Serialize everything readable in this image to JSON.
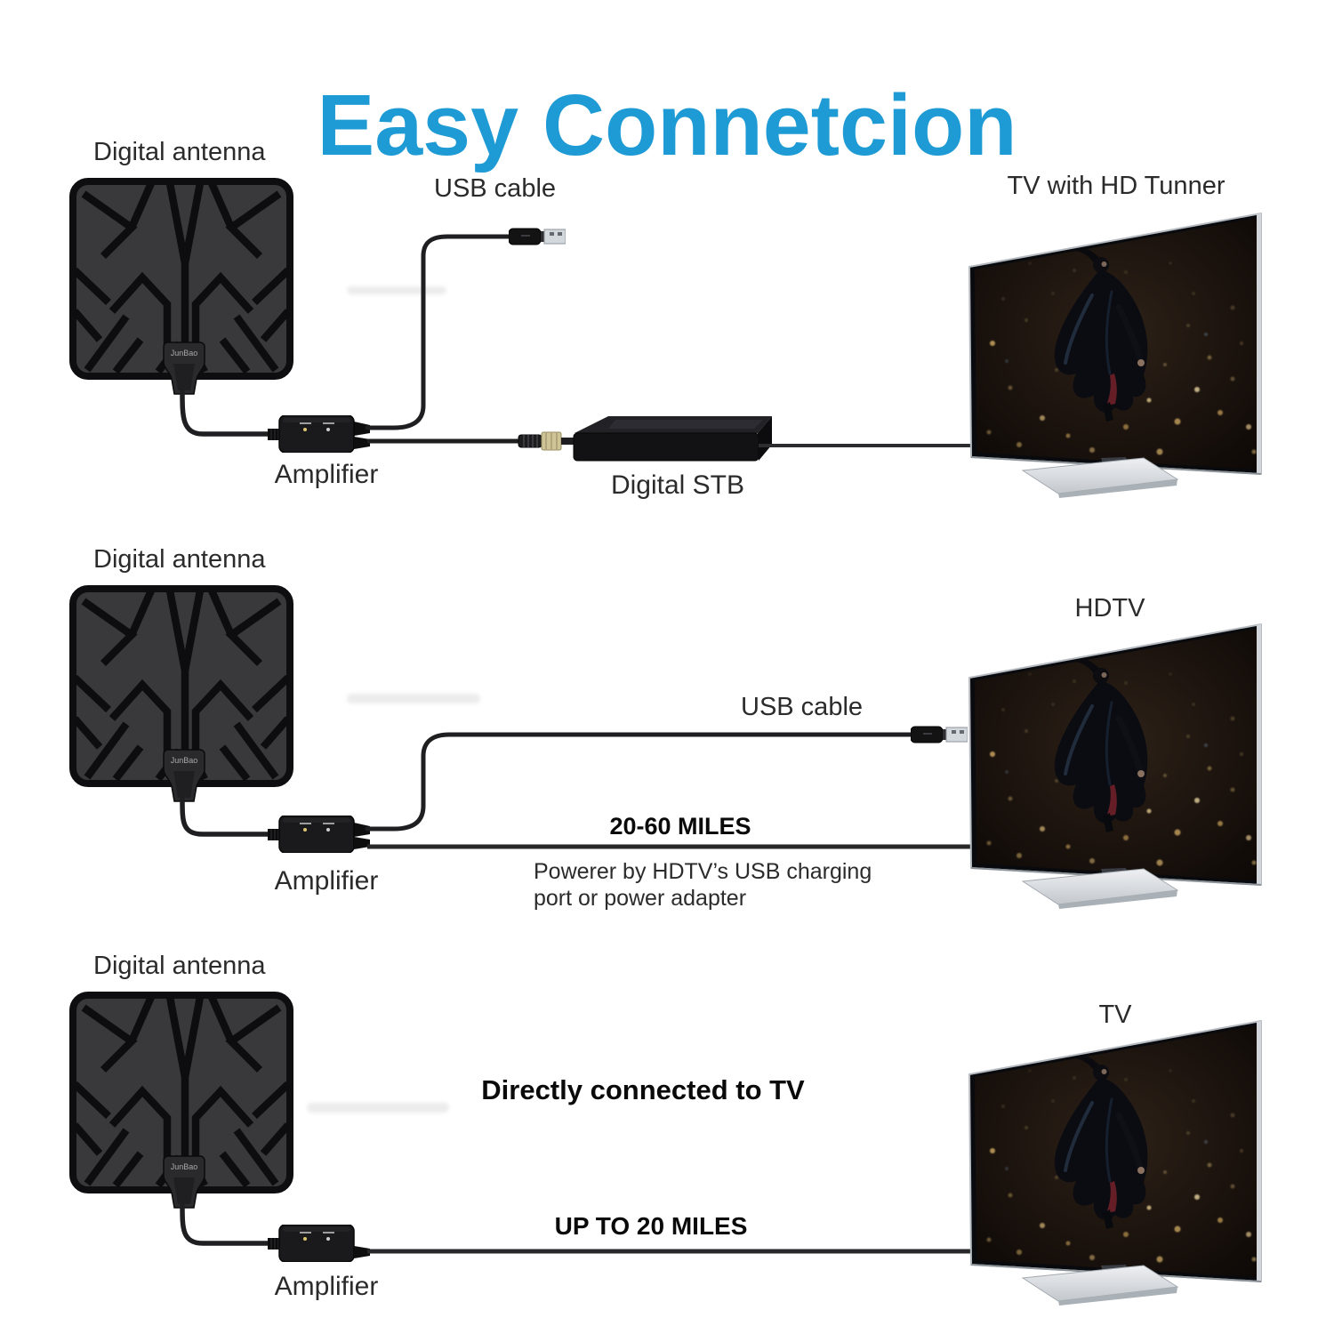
{
  "title": {
    "text": "Easy Connetcion"
  },
  "colors": {
    "accent": "#1e9ad5",
    "cable": "#1f1f21",
    "antenna_panel": "#39393c"
  },
  "rows": [
    {
      "antenna_label": "Digital antenna",
      "antenna_brand": "JunBao",
      "usb_cable_label": "USB cable",
      "amplifier_label": "Amplifier",
      "stb_label": "Digital STB",
      "tv_label": "TV with HD Tunner"
    },
    {
      "antenna_label": "Digital antenna",
      "antenna_brand": "JunBao",
      "usb_cable_label": "USB cable",
      "range_label": "20-60 MILES",
      "power_note_line1": "Powerer by HDTV’s USB charging",
      "power_note_line2": "port or power adapter",
      "amplifier_label": "Amplifier",
      "tv_label": "HDTV"
    },
    {
      "antenna_label": "Digital antenna",
      "antenna_brand": "JunBao",
      "connection_note": "Directly connected to TV",
      "range_label": "UP TO 20 MILES",
      "amplifier_label": "Amplifier",
      "tv_label": "TV"
    }
  ]
}
